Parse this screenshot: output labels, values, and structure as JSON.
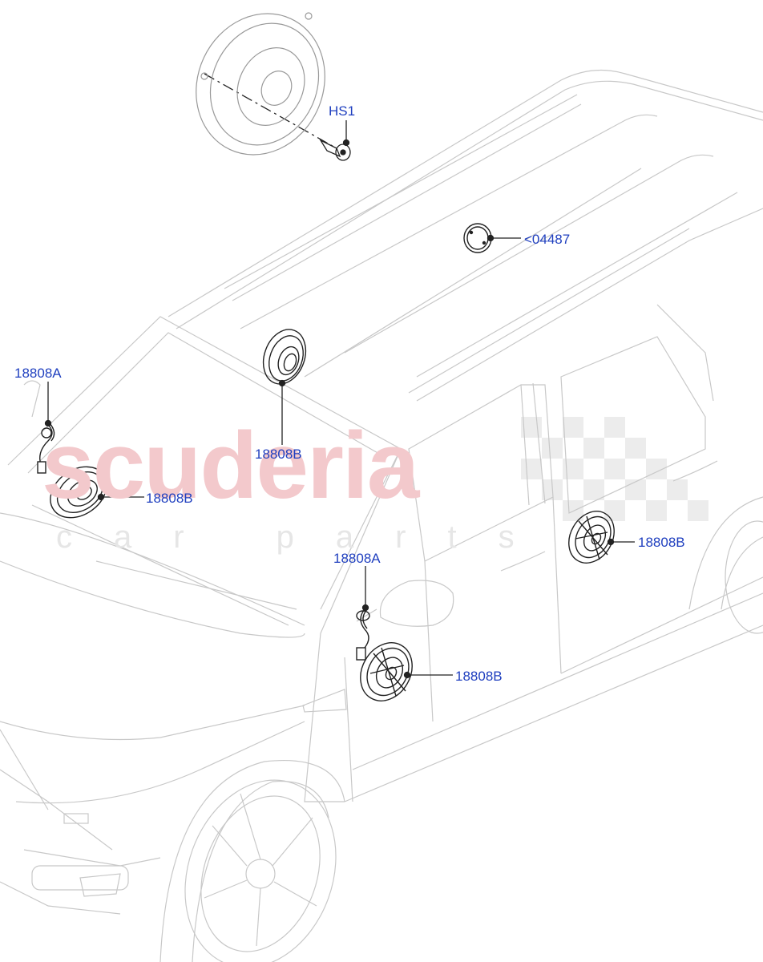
{
  "watermark": {
    "main": "scuderia",
    "sub": "car parts"
  },
  "callouts": {
    "hs1": "HS1",
    "cut_04487": "<04487",
    "a_front_left": "18808A",
    "b_dash_center": "18808B",
    "b_dash_left": "18808B",
    "a_mirror": "18808A",
    "b_front_door": "18808B",
    "b_rear_door": "18808B"
  },
  "colors": {
    "callout_text": "#1f3fbf",
    "line_art": "#c8c8c8",
    "part_ink": "#222222",
    "watermark_red": "#f3c9cc"
  }
}
